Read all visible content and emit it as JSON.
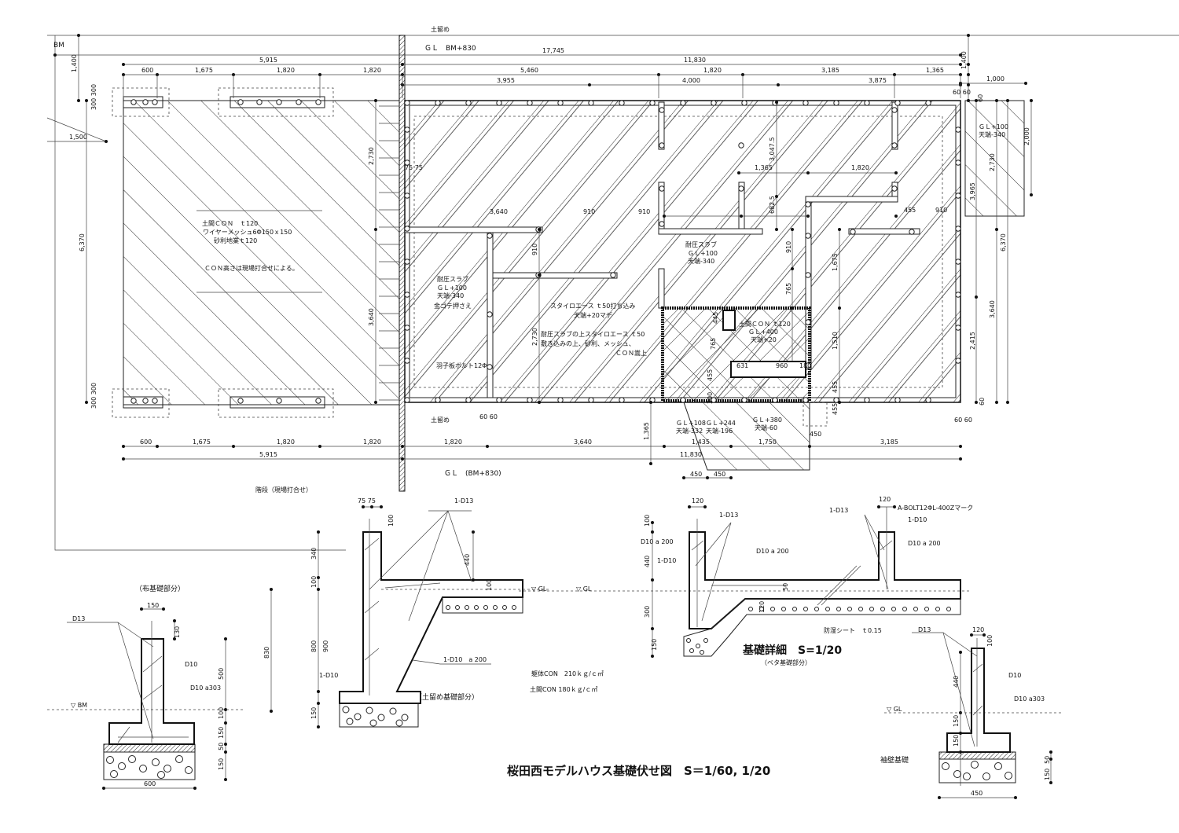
{
  "title": "桜田西モデルハウス基礎伏せ図　S＝1/60, 1/20",
  "plan": {
    "labels": {
      "bm": "BM",
      "soil_retaining_top": "土留め",
      "gl_top": "ＧＬ　BM+830",
      "soil_retaining_bottom": "土留め",
      "gl_bottom": "ＧＬ　(BM+830)",
      "stairs": "階段（現場打合せ）",
      "bolt": "羽子板ボルト12Φ"
    },
    "notes": {
      "left_slab": [
        "土間ＣＯＮ　ｔ120",
        "ワイヤーメッシュ6Φ150ｘ150",
        "砂利地業ｔ120",
        "ＣＯＮ高さは現場打合せによる。"
      ],
      "pressure_slab_left": [
        "耐圧スラブ",
        "ＧＬ+100",
        "天端-340",
        "金ゴテ押さえ"
      ],
      "styro": [
        "スタイロエース ｔ50打ち込み",
        "天端+20マデ"
      ],
      "styro_on_slab": [
        "耐圧スラブの上スタイロエース ｔ50",
        "敷き込みの上、砂利、メッシュ、",
        "ＣＯＮ嵩上"
      ],
      "pressure_slab_right": [
        "耐圧スラブ",
        "ＧＬ+100",
        "天端-340"
      ],
      "earth_floor": [
        "土間ＣＯＮ ｔ120",
        "ＧＬ+400",
        "天端+20"
      ],
      "right_strip": [
        "ＧＬ+100",
        "天端-340"
      ],
      "step1": [
        "ＧＬ+108",
        "天端-332"
      ],
      "step2": [
        "ＧＬ+244",
        "天端-196"
      ],
      "step3": [
        "ＧＬ+380",
        "天端-60"
      ]
    },
    "dims": [
      "17,745",
      "5,915",
      "11,830",
      "600",
      "1,675",
      "1,820",
      "1,820",
      "5,460",
      "1,820",
      "3,185",
      "1,365",
      "3,955",
      "4,000",
      "3,875",
      "1,000",
      "1,400",
      "1,400",
      "60 60",
      "300 300",
      "1,500",
      "6,370",
      "6,370",
      "2,730",
      "3,640",
      "75 75",
      "3,640",
      "910",
      "910",
      "3,047.5",
      "1,365",
      "1,820",
      "682.5",
      "455",
      "910",
      "3,965",
      "2,730",
      "2,000",
      "910",
      "910",
      "1,675",
      "765",
      "1,510",
      "3,640",
      "2,415",
      "455",
      "455",
      "2,730",
      "445",
      "765",
      "455",
      "300",
      "631",
      "960",
      "180",
      "60 60",
      "60 60",
      "60",
      "450",
      "1,365",
      "600",
      "1,675",
      "1,820",
      "1,820",
      "1,820",
      "3,640",
      "1,435",
      "1,750",
      "3,185",
      "5,915",
      "11,830",
      "450",
      "450",
      "300 300",
      "60"
    ]
  },
  "strip_footing": {
    "title": "（布基礎部分）",
    "labels": [
      "D13",
      "D10",
      "D10 a303",
      "▽ BM",
      "150",
      "130",
      "500",
      "100",
      "150",
      "50",
      "150",
      "600"
    ]
  },
  "retaining_footing": {
    "title": "（土留め基礎部分）",
    "labels": [
      "75 75",
      "100",
      "340",
      "100",
      "800",
      "900",
      "830",
      "150",
      "440",
      "100",
      "1-D13",
      "1-D10",
      "1-D10　a 200",
      "▽ GL",
      "▽ GL"
    ]
  },
  "concrete_notes": [
    "躯体CON　210ｋｇ/ｃ㎡",
    "土間CON 180ｋｇ/ｃ㎡"
  ],
  "mat_footing": {
    "title": "基礎詳細　S=1/20",
    "subtitle": "（ベタ基礎部分）",
    "labels": [
      "120",
      "100",
      "1-D13",
      "D10 a 200",
      "440",
      "1-D10",
      "300",
      "150",
      "D10 a 200",
      "120",
      "50",
      "1-D13",
      "120",
      "A-BOLT12ΦL-400Zマーク",
      "1-D10",
      "D10 a 200",
      "防湿シート　ｔ0.15"
    ]
  },
  "wing_wall_footing": {
    "title": "袖壁基礎",
    "labels": [
      "D13",
      "120",
      "100",
      "440",
      "D10",
      "D10 a303",
      "▽ GL",
      "150",
      "150",
      "50",
      "150",
      "450"
    ]
  }
}
